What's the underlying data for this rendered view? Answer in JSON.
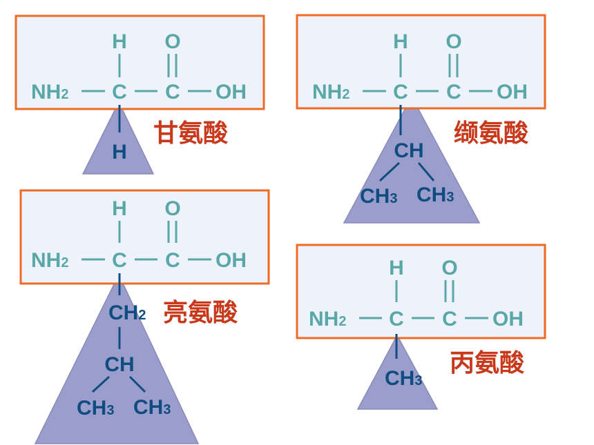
{
  "panels": [
    {
      "name": "甘氨酸",
      "backbone": {
        "h": "H",
        "o": "O",
        "nh2": "NH2",
        "c": "C",
        "oh": "OH"
      },
      "side_chain": [
        "H"
      ]
    },
    {
      "name": "缬氨酸",
      "backbone": {
        "h": "H",
        "o": "O",
        "nh2": "NH2",
        "c": "C",
        "oh": "OH"
      },
      "side_chain": [
        "CH",
        "CH3",
        "CH3"
      ]
    },
    {
      "name": "亮氨酸",
      "backbone": {
        "h": "H",
        "o": "O",
        "nh2": "NH2",
        "c": "C",
        "oh": "OH"
      },
      "side_chain": [
        "CH2",
        "CH",
        "CH3",
        "CH3"
      ]
    },
    {
      "name": "丙氨酸",
      "backbone": {
        "h": "H",
        "o": "O",
        "nh2": "NH2",
        "c": "C",
        "oh": "OH"
      },
      "side_chain": [
        "CH3"
      ]
    }
  ],
  "colors": {
    "box_border": "#ef6a22",
    "box_fill": "#eef3fb",
    "formula_text": "#5aa7a7",
    "side_chain_text": "#0f4d80",
    "triangle_fill": "#9b9dcc",
    "name_text": "#c8391c"
  }
}
